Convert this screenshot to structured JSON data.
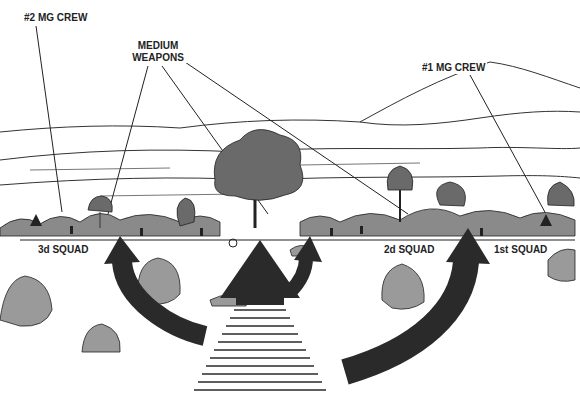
{
  "diagram": {
    "labels": [
      "#2 MG CREW",
      "MEDIUM WEAPONS",
      "#1 MG CREW",
      "3d SQUAD",
      "2d SQUAD",
      "1st SQUAD"
    ]
  }
}
